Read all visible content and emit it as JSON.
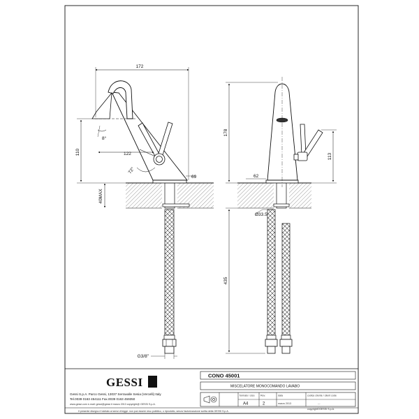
{
  "brand": {
    "logo_text": "GESSI"
  },
  "dimensions": {
    "side": {
      "overall_width": "172",
      "spout_angle": "8°",
      "height": "110",
      "reach": "122",
      "lever_angle": "72°",
      "base_offset": "69",
      "deck_thickness": "40MAX"
    },
    "front": {
      "overall_height": "178",
      "lever_height": "113",
      "base_width": "62",
      "hole_diameter": "Ø33.5",
      "hose_length": "435",
      "thread": "G3/8\""
    }
  },
  "title_block": {
    "product_code": "CONO  45001",
    "description": "MISCELATORE MONOCOMANDO LAVABO",
    "company_line1": "Gessi S.p.A. Parco Gessi, 13037 Serravalle Sesia (Vercelli) Italy",
    "company_line2": "Tel.0039  0163  454111  Fax.0039  0163  459350",
    "company_line3": "www.gessi.com   e-mail: gessi@gessi.it        marzo  2013     copyright@ GESSI  S.p.A.",
    "format_label": "formato / size",
    "format_value": "A4",
    "rev_label": "Rev.",
    "rev_value": "2",
    "date_label": "data",
    "date_value": "marzo  2013",
    "client_code_label": "codice cliente / client code",
    "client_code_value": "---",
    "copyright": "copyright©GESSI S.p.A.",
    "disclaimer": "Il presente disegno è tutelato ai sensi di legge: non può essere reso pubblico, o riprodotto, senza l'autorizzazione scritta della GESSI S.p.A."
  }
}
